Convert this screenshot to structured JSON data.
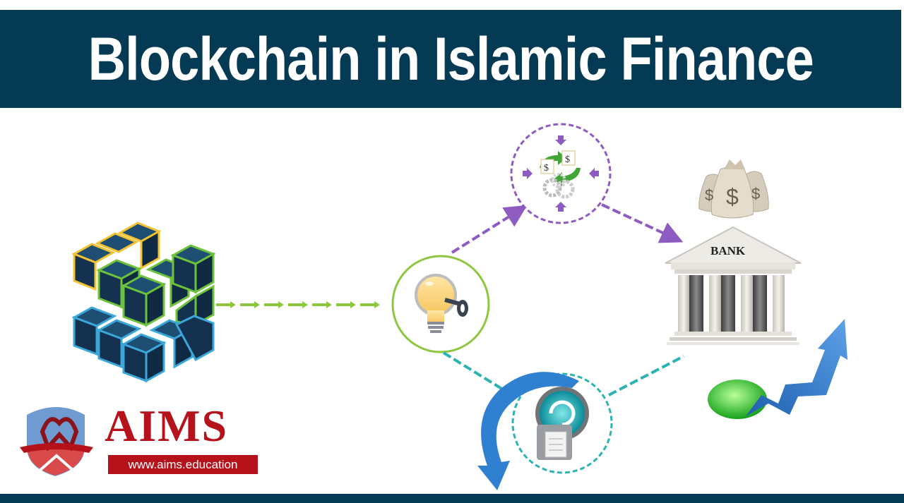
{
  "header": {
    "title": "Blockchain in Islamic Finance"
  },
  "diagram": {
    "nodes": [
      {
        "id": "blockchain-cubes",
        "icon": "blockchain-cubes-icon"
      },
      {
        "id": "lightbulb-key",
        "icon": "lightbulb-key-icon",
        "ring_color": "#8dc63f"
      },
      {
        "id": "currency-exchange",
        "icon": "currency-exchange-gears-icon",
        "ring_color": "#8e5bc1"
      },
      {
        "id": "bank",
        "icon": "bank-building-icon",
        "label": "BANK"
      },
      {
        "id": "money-bags",
        "icon": "money-bags-icon"
      },
      {
        "id": "backup-refresh",
        "icon": "refresh-folder-icon",
        "ring_color": "#2bb3b1"
      },
      {
        "id": "growth",
        "icon": "growth-arrow-icon"
      }
    ],
    "colors": {
      "green_arrow": "#8dc63f",
      "purple_arrow": "#8e5bc1",
      "teal_arrow": "#2bb3b1",
      "blue_arrow": "#2f80d0"
    }
  },
  "logo": {
    "name": "AIMS",
    "url": "www.aims.education",
    "brand_color": "#b5121b"
  },
  "colors": {
    "header_bg": "#053a54",
    "title_text": "#ffffff"
  }
}
